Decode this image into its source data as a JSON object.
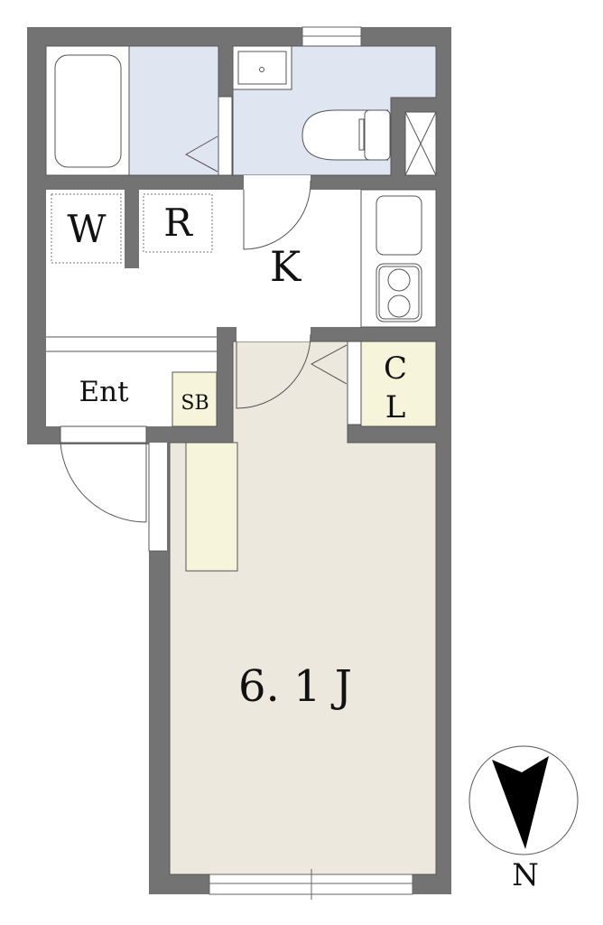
{
  "rooms": {
    "washroom": "W",
    "refrigerator": "R",
    "kitchen": "K",
    "entrance": "Ent",
    "shoe_box": "SB",
    "closet_c": "C",
    "closet_l": "L",
    "main_room": "6. 1 J"
  },
  "compass": {
    "label": "N"
  },
  "colors": {
    "wall": "#737373",
    "wet_area": "#dfe5f1",
    "main_room": "#ece8de",
    "storage": "#f6f5dc"
  }
}
